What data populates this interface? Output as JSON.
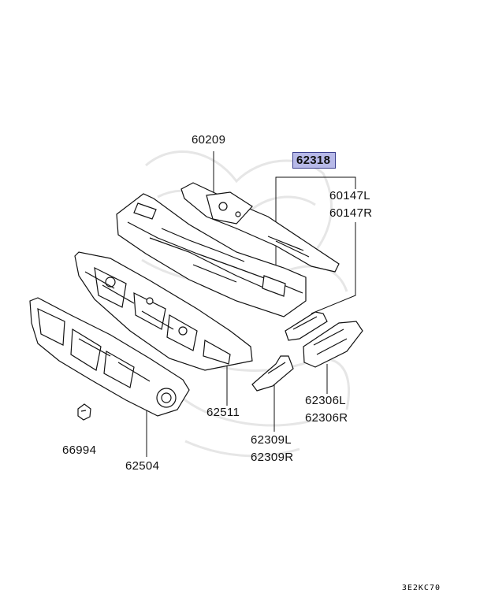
{
  "labels": {
    "p60209": "60209",
    "p62318": "62318",
    "p60147L": "60147L",
    "p60147R": "60147R",
    "p62306L": "62306L",
    "p62306R": "62306R",
    "p62309L": "62309L",
    "p62309R": "62309R",
    "p62511": "62511",
    "p66994": "66994",
    "p62504": "62504"
  },
  "diagram_code": "3E2KC70",
  "colors": {
    "highlight": "#b7b9e8",
    "line": "#111111"
  }
}
